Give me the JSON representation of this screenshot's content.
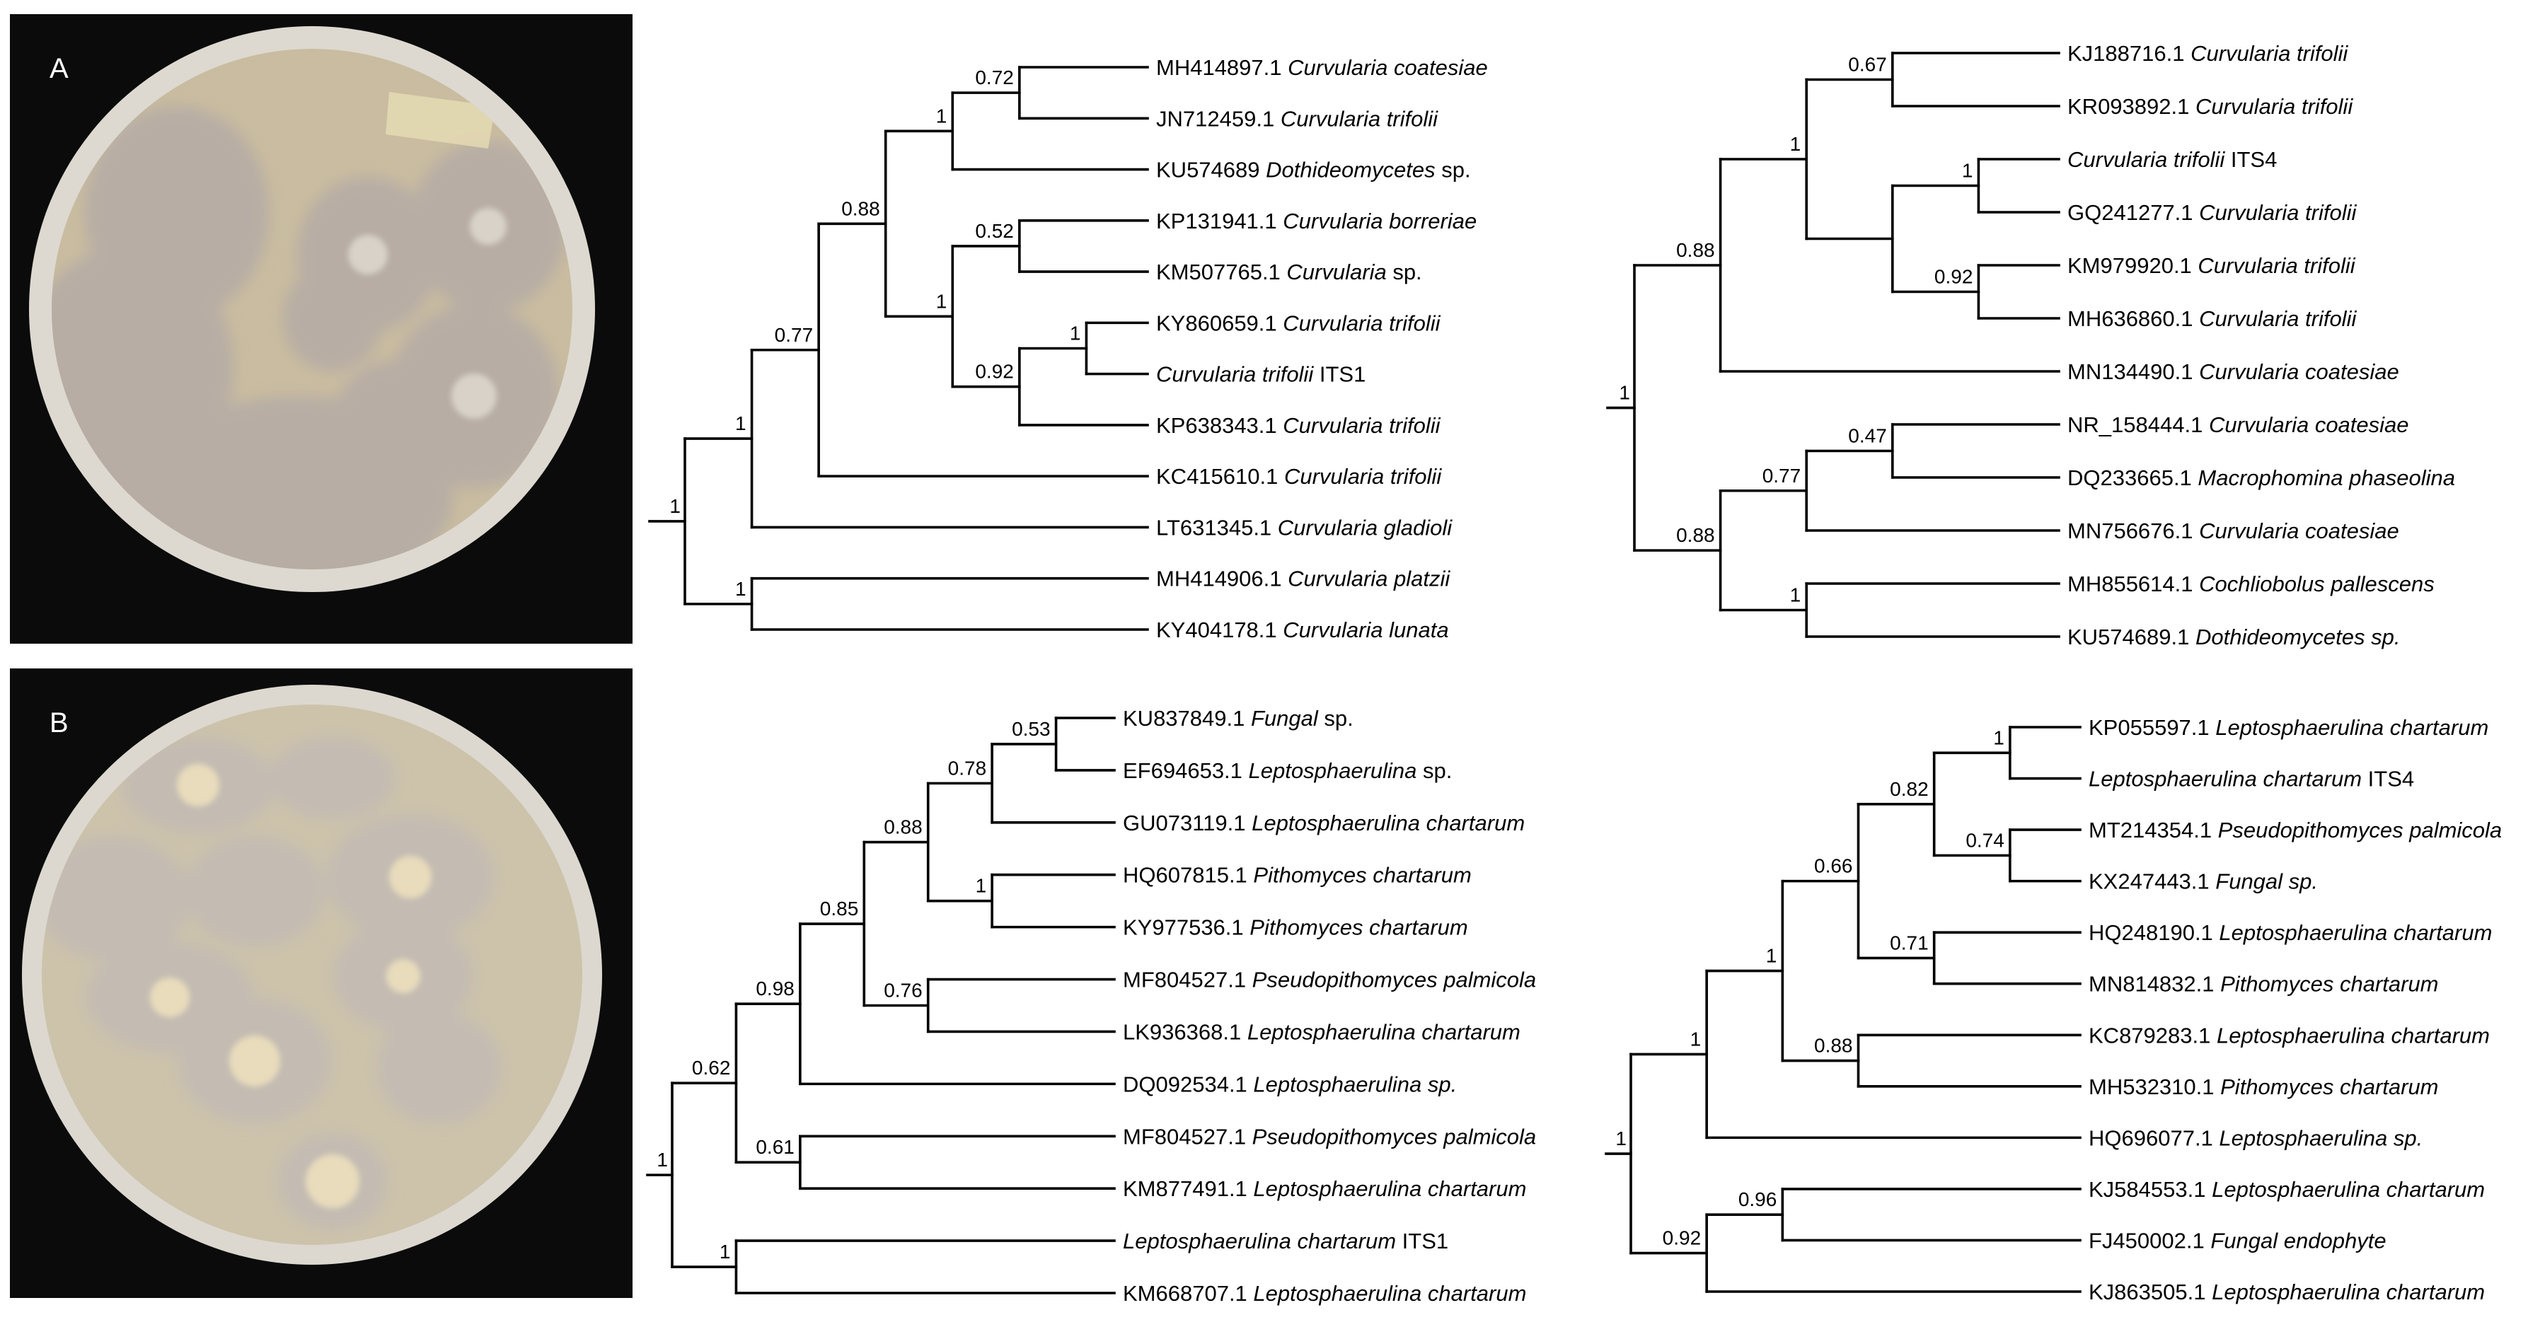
{
  "panels": [
    {
      "letter": "A",
      "photo": {
        "agar": "#c9bca0",
        "rim": "#ddd9d0",
        "colony": "#b7ada4",
        "colony_center": "#d8d2c8",
        "background": "#0b0b0b"
      },
      "trees": [
        {
          "children": [
            {
              "support": "1",
              "children": [
                {
                  "support": "0.77",
                  "children": [
                    {
                      "support": "0.88",
                      "children": [
                        {
                          "support": "1",
                          "children": [
                            {
                              "support": "0.72",
                              "children": [
                                {
                                  "acc": "MH414897.1",
                                  "name": "Curvularia coatesiae"
                                },
                                {
                                  "acc": "JN712459.1",
                                  "name": "Curvularia trifolii"
                                }
                              ]
                            },
                            {
                              "acc": "KU574689",
                              "name": "Dothideomycetes",
                              "suffix": "sp."
                            }
                          ]
                        },
                        {
                          "support": "1",
                          "children": [
                            {
                              "support": "0.52",
                              "children": [
                                {
                                  "acc": "KP131941.1",
                                  "name": "Curvularia borreriae"
                                },
                                {
                                  "acc": "KM507765.1",
                                  "name": "Curvularia",
                                  "suffix": "sp."
                                }
                              ]
                            },
                            {
                              "support": "0.92",
                              "children": [
                                {
                                  "support": "1",
                                  "children": [
                                    {
                                      "acc": "KY860659.1",
                                      "name": "Curvularia trifolii"
                                    },
                                    {
                                      "acc": "",
                                      "name": "Curvularia trifolii",
                                      "suffix": "ITS1"
                                    }
                                  ]
                                },
                                {
                                  "acc": "KP638343.1",
                                  "name": "Curvularia trifolii"
                                }
                              ]
                            }
                          ]
                        }
                      ]
                    },
                    {
                      "acc": "KC415610.1",
                      "name": "Curvularia trifolii"
                    }
                  ]
                },
                {
                  "acc": "LT631345.1",
                  "name": "Curvularia gladioli"
                }
              ]
            },
            {
              "support": "1",
              "children": [
                {
                  "acc": "MH414906.1",
                  "name": "Curvularia platzii"
                },
                {
                  "acc": "KY404178.1",
                  "name": "Curvularia lunata"
                }
              ]
            }
          ],
          "root_support": "1"
        },
        {
          "children": [
            {
              "support": "0.88",
              "children": [
                {
                  "support": "1",
                  "children": [
                    {
                      "support": "0.67",
                      "children": [
                        {
                          "acc": "KJ188716.1",
                          "name": "Curvularia trifolii"
                        },
                        {
                          "acc": "KR093892.1",
                          "name": "Curvularia trifolii"
                        }
                      ]
                    },
                    {
                      "support": "",
                      "children": [
                        {
                          "support": "1",
                          "children": [
                            {
                              "acc": "",
                              "name": "Curvularia trifolii",
                              "suffix": "ITS4"
                            },
                            {
                              "acc": "GQ241277.1",
                              "name": "Curvularia trifolii"
                            }
                          ]
                        },
                        {
                          "support": "0.92",
                          "children": [
                            {
                              "acc": "KM979920.1",
                              "name": "Curvularia trifolii"
                            },
                            {
                              "acc": "MH636860.1",
                              "name": "Curvularia trifolii"
                            }
                          ]
                        }
                      ]
                    }
                  ]
                },
                {
                  "acc": "MN134490.1",
                  "name": "Curvularia coatesiae"
                }
              ]
            },
            {
              "support": "0.88",
              "children": [
                {
                  "support": "0.77",
                  "children": [
                    {
                      "support": "0.47",
                      "children": [
                        {
                          "acc": "NR_158444.1",
                          "name": "Curvularia coatesiae"
                        },
                        {
                          "acc": "DQ233665.1",
                          "name": "Macrophomina phaseolina"
                        }
                      ]
                    },
                    {
                      "acc": "MN756676.1",
                      "name": "Curvularia coatesiae"
                    }
                  ]
                },
                {
                  "support": "1",
                  "children": [
                    {
                      "acc": "MH855614.1",
                      "name": "Cochliobolus pallescens"
                    },
                    {
                      "acc": "KU574689.1",
                      "name": "Dothideomycetes sp."
                    }
                  ]
                }
              ]
            }
          ],
          "root_support": "1"
        }
      ]
    },
    {
      "letter": "B",
      "photo": {
        "agar": "#cdc3ab",
        "rim": "#dcd8cf",
        "colony": "#c4bcb2",
        "colony_center": "#e8dcbc",
        "background": "#0b0b0b"
      },
      "trees": [
        {
          "children": [
            {
              "support": "0.62",
              "children": [
                {
                  "support": "0.98",
                  "children": [
                    {
                      "support": "0.85",
                      "children": [
                        {
                          "support": "0.88",
                          "children": [
                            {
                              "support": "0.78",
                              "children": [
                                {
                                  "support": "0.53",
                                  "children": [
                                    {
                                      "acc": "KU837849.1",
                                      "name": "Fungal",
                                      "suffix": "sp."
                                    },
                                    {
                                      "acc": "EF694653.1",
                                      "name": "Leptosphaerulina",
                                      "suffix": "sp."
                                    }
                                  ]
                                },
                                {
                                  "acc": "GU073119.1",
                                  "name": "Leptosphaerulina chartarum"
                                }
                              ]
                            },
                            {
                              "support": "1",
                              "children": [
                                {
                                  "acc": "HQ607815.1",
                                  "name": "Pithomyces chartarum"
                                },
                                {
                                  "acc": "KY977536.1",
                                  "name": "Pithomyces chartarum"
                                }
                              ]
                            }
                          ]
                        },
                        {
                          "support": "0.76",
                          "children": [
                            {
                              "acc": "MF804527.1",
                              "name": "Pseudopithomyces palmicola"
                            },
                            {
                              "acc": "LK936368.1",
                              "name": "Leptosphaerulina chartarum"
                            }
                          ]
                        }
                      ]
                    },
                    {
                      "acc": "DQ092534.1",
                      "name": "Leptosphaerulina sp."
                    }
                  ]
                },
                {
                  "support": "0.61",
                  "children": [
                    {
                      "acc": "MF804527.1",
                      "name": "Pseudopithomyces palmicola"
                    },
                    {
                      "acc": "KM877491.1",
                      "name": "Leptosphaerulina chartarum"
                    }
                  ]
                }
              ]
            },
            {
              "support": "1",
              "children": [
                {
                  "acc": "",
                  "name": "Leptosphaerulina chartarum",
                  "suffix": "ITS1"
                },
                {
                  "acc": "KM668707.1",
                  "name": "Leptosphaerulina chartarum"
                }
              ]
            }
          ],
          "root_support": "1"
        },
        {
          "children": [
            {
              "support": "1",
              "children": [
                {
                  "support": "1",
                  "children": [
                    {
                      "support": "0.66",
                      "children": [
                        {
                          "support": "0.82",
                          "children": [
                            {
                              "support": "1",
                              "children": [
                                {
                                  "acc": "KP055597.1",
                                  "name": "Leptosphaerulina chartarum"
                                },
                                {
                                  "acc": "",
                                  "name": "Leptosphaerulina chartarum",
                                  "suffix": "ITS4"
                                }
                              ]
                            },
                            {
                              "support": "0.74",
                              "children": [
                                {
                                  "acc": "MT214354.1",
                                  "name": "Pseudopithomyces palmicola"
                                },
                                {
                                  "acc": "KX247443.1",
                                  "name": "Fungal sp."
                                }
                              ]
                            }
                          ]
                        },
                        {
                          "support": "0.71",
                          "children": [
                            {
                              "acc": "HQ248190.1",
                              "name": "Leptosphaerulina chartarum"
                            },
                            {
                              "acc": "MN814832.1",
                              "name": "Pithomyces chartarum"
                            }
                          ]
                        }
                      ]
                    },
                    {
                      "support": "0.88",
                      "children": [
                        {
                          "acc": "KC879283.1",
                          "name": "Leptosphaerulina chartarum"
                        },
                        {
                          "acc": "MH532310.1",
                          "name": "Pithomyces chartarum"
                        }
                      ]
                    }
                  ]
                },
                {
                  "acc": "HQ696077.1",
                  "name": "Leptosphaerulina sp."
                }
              ]
            },
            {
              "support": "0.92",
              "children": [
                {
                  "support": "0.96",
                  "children": [
                    {
                      "acc": "KJ584553.1",
                      "name": "Leptosphaerulina chartarum"
                    },
                    {
                      "acc": "FJ450002.1",
                      "name": "Fungal endophyte"
                    }
                  ]
                },
                {
                  "acc": "KJ863505.1",
                  "name": "Leptosphaerulina chartarum"
                }
              ]
            }
          ],
          "root_support": "1"
        }
      ]
    }
  ]
}
